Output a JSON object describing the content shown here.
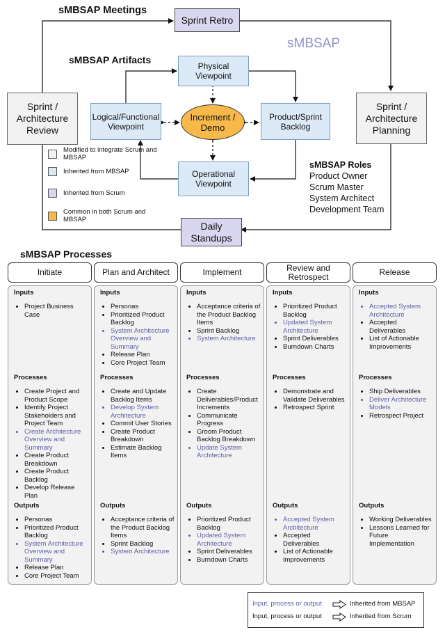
{
  "top": {
    "meetings_title": "sMBSAP Meetings",
    "artifacts_title": "sMBSAP Artifacts",
    "watermark": "sMBSAP",
    "boxes": {
      "sprint_retro": "Sprint Retro",
      "sprint_review": "Sprint / Architecture Review",
      "sprint_planning": "Sprint / Architecture Planning",
      "daily_standups": "Daily Standups",
      "physical": "Physical Viewpoint",
      "logical": "Logical/Functional Viewpoint",
      "increment": "Increment / Demo",
      "product_backlog": "Product/Sprint Backlog",
      "operational": "Operational Viewpoint"
    },
    "legend": [
      {
        "color": "#f2f2f2",
        "label": "Modified to integrate Scrum and MBSAP"
      },
      {
        "color": "#dce9f6",
        "label": "Inherited from MBSAP"
      },
      {
        "color": "#d9d6ef",
        "label": "Inherited from Scrum"
      },
      {
        "color": "#f6b94a",
        "label": "Common in both Scrum and MBSAP"
      }
    ],
    "roles": {
      "title": "sMBSAP Roles",
      "items": [
        "Product Owner",
        "Scrum Master",
        "System Architect",
        "Development Team"
      ]
    }
  },
  "processes": {
    "title": "sMBSAP Processes",
    "section_labels": {
      "inputs": "Inputs",
      "processes": "Processes",
      "outputs": "Outputs"
    },
    "colors": {
      "mbsap": "#5b5ea6",
      "scrum": "#111111"
    },
    "phases": [
      {
        "name": "Initiate",
        "inputs": [
          {
            "t": "Project Business Case",
            "m": false
          }
        ],
        "processes": [
          {
            "t": "Create Project and Product Scope",
            "m": false
          },
          {
            "t": "Identify Project Stakeholders and Project Team",
            "m": false
          },
          {
            "t": "Create Architecture Overview and Summary",
            "m": true
          },
          {
            "t": "Create Product Breakdown",
            "m": false
          },
          {
            "t": "Create Product Backlog",
            "m": false
          },
          {
            "t": "Develop Release Plan",
            "m": false
          }
        ],
        "outputs": [
          {
            "t": "Personas",
            "m": false
          },
          {
            "t": "Prioritized Product Backlog",
            "m": false
          },
          {
            "t": "System Architecture Overview and Summary",
            "m": true
          },
          {
            "t": "Release Plan",
            "m": false
          },
          {
            "t": "Core Project Team",
            "m": false
          }
        ]
      },
      {
        "name": "Plan and Architect",
        "inputs": [
          {
            "t": "Personas",
            "m": false
          },
          {
            "t": "Prioritized Product Backlog",
            "m": false
          },
          {
            "t": "System Architecture Overview and Summary",
            "m": true
          },
          {
            "t": "Release Plan",
            "m": false
          },
          {
            "t": "Core Project Team",
            "m": false
          }
        ],
        "processes": [
          {
            "t": "Create and Update Backlog Items",
            "m": false
          },
          {
            "t": "Develop System Architecture",
            "m": true
          },
          {
            "t": "Commit User Stories",
            "m": false
          },
          {
            "t": "Create Product Breakdown",
            "m": false
          },
          {
            "t": "Estimate Backlog Items",
            "m": false
          }
        ],
        "outputs": [
          {
            "t": "Acceptance criteria of the Product Backlog Items",
            "m": false
          },
          {
            "t": "Sprint Backlog",
            "m": false
          },
          {
            "t": "System Architecture",
            "m": true
          }
        ]
      },
      {
        "name": "Implement",
        "inputs": [
          {
            "t": "Acceptance criteria of the Product Backlog Items",
            "m": false
          },
          {
            "t": "Sprint Backlog",
            "m": false
          },
          {
            "t": "System Architecture",
            "m": true
          }
        ],
        "processes": [
          {
            "t": "Create Deliverables/Product Increments",
            "m": false
          },
          {
            "t": "Communicate Progress",
            "m": false
          },
          {
            "t": "Groom Product Backlog Breakdown",
            "m": false
          },
          {
            "t": "Update System Architecture",
            "m": true
          }
        ],
        "outputs": [
          {
            "t": "Prioritized Product Backlog",
            "m": false
          },
          {
            "t": "Updated System Architecture",
            "m": true
          },
          {
            "t": "Sprint Deliverables",
            "m": false
          },
          {
            "t": "Burndown Charts",
            "m": false
          }
        ]
      },
      {
        "name": "Review and Retrospect",
        "inputs": [
          {
            "t": "Prioritized Product Backlog",
            "m": false
          },
          {
            "t": "Updated System Architecture",
            "m": true
          },
          {
            "t": "Sprint Deliverables",
            "m": false
          },
          {
            "t": "Burndown Charts",
            "m": false
          }
        ],
        "processes": [
          {
            "t": "Demonstrate and Validate Deliverables",
            "m": false
          },
          {
            "t": "Retrospect Sprint",
            "m": false
          }
        ],
        "outputs": [
          {
            "t": "Accepted System Architecture",
            "m": true
          },
          {
            "t": "Accepted Deliverables",
            "m": false
          },
          {
            "t": "List of Actionable Improvements",
            "m": false
          }
        ]
      },
      {
        "name": "Release",
        "inputs": [
          {
            "t": "Accepted System Architecture",
            "m": true
          },
          {
            "t": "Accepted Deliverables",
            "m": false
          },
          {
            "t": "List of Actionable Improvements",
            "m": false
          }
        ],
        "processes": [
          {
            "t": "Ship Deliverables",
            "m": false
          },
          {
            "t": "Deliver Architecture Models",
            "m": true
          },
          {
            "t": "Retrospect Project",
            "m": false
          }
        ],
        "outputs": [
          {
            "t": "Working Deliverables",
            "m": false
          },
          {
            "t": "Lessons Learned for Future Implementation",
            "m": false
          }
        ]
      }
    ]
  },
  "key": [
    {
      "text": "Input, process or output",
      "inherited": "Inherited from MBSAP",
      "m": true
    },
    {
      "text": "Input, process or output",
      "inherited": "Inherited from Scrum",
      "m": false
    }
  ]
}
